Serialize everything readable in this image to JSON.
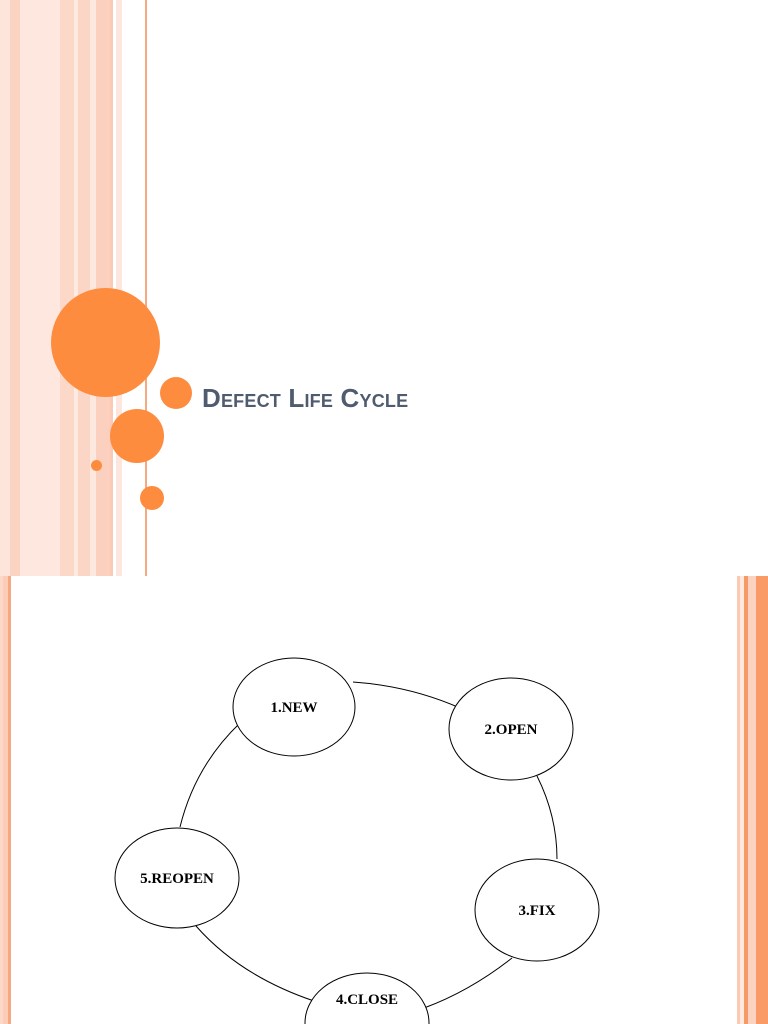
{
  "slide1": {
    "title": "Defect Life Cycle",
    "accent_color": "#fd8c3f",
    "title_color": "#4f5b6e"
  },
  "diagram": {
    "type": "cycle",
    "nodes": [
      {
        "id": "new",
        "label": "1.NEW"
      },
      {
        "id": "open",
        "label": "2.OPEN"
      },
      {
        "id": "fix",
        "label": "3.FIX"
      },
      {
        "id": "close",
        "label": "4.CLOSE"
      },
      {
        "id": "reopen",
        "label": "5.REOPEN"
      }
    ],
    "edges": [
      {
        "from": "new",
        "to": "open"
      },
      {
        "from": "open",
        "to": "fix"
      },
      {
        "from": "fix",
        "to": "close"
      },
      {
        "from": "close",
        "to": "reopen"
      },
      {
        "from": "reopen",
        "to": "new"
      }
    ]
  }
}
